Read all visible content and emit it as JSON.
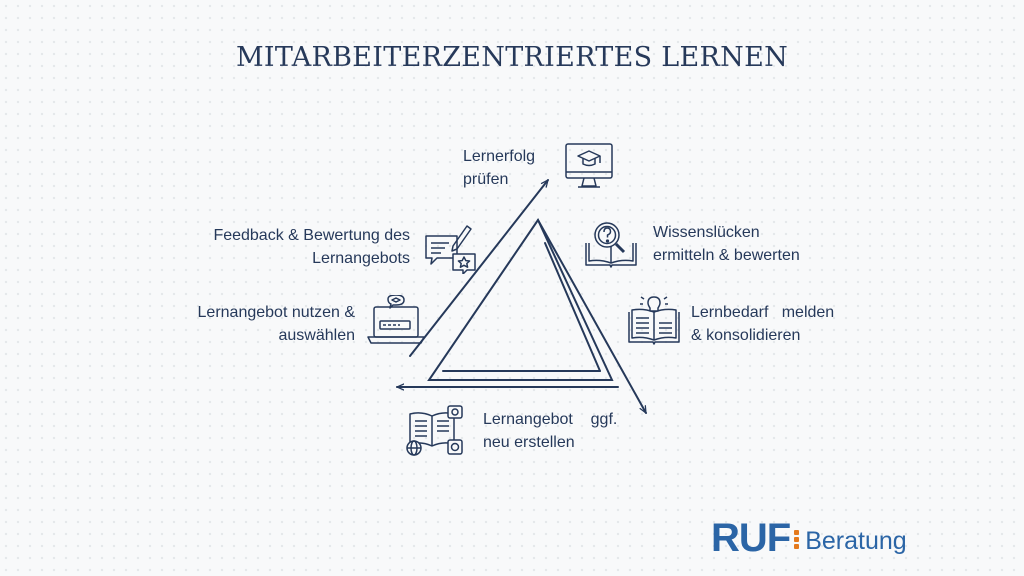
{
  "title": "MITARBEITERZENTRIERTES LERNEN",
  "steps": {
    "lernerfolg": {
      "line1": "Lernerfolg",
      "line2": "prüfen",
      "icon": "monitor-graduation-cap-icon"
    },
    "wissensluecken": {
      "line1": "Wissenslücken",
      "line2": "ermitteln & bewerten",
      "icon": "book-magnifier-question-icon"
    },
    "lernbedarf": {
      "line1": "Lernbedarf   melden",
      "line2": "& konsolidieren",
      "icon": "open-book-lightbulb-icon"
    },
    "lernangebot_erstellen": {
      "line1": "Lernangebot    ggf.",
      "line2": "neu erstellen",
      "icon": "open-book-media-icon"
    },
    "lernangebot_nutzen": {
      "line1": "Lernangebot nutzen &",
      "line2": "auswählen",
      "icon": "laptop-chat-icon"
    },
    "feedback": {
      "line1": "Feedback & Bewertung des",
      "line2": "Lernangebots",
      "icon": "feedback-pen-star-icon"
    }
  },
  "logo": {
    "brand": "RUF",
    "word": "Beratung",
    "brand_color": "#2b65a6",
    "accent_color": "#e4791d"
  },
  "colors": {
    "navy": "#26395a",
    "background": "#f8f9fa"
  }
}
